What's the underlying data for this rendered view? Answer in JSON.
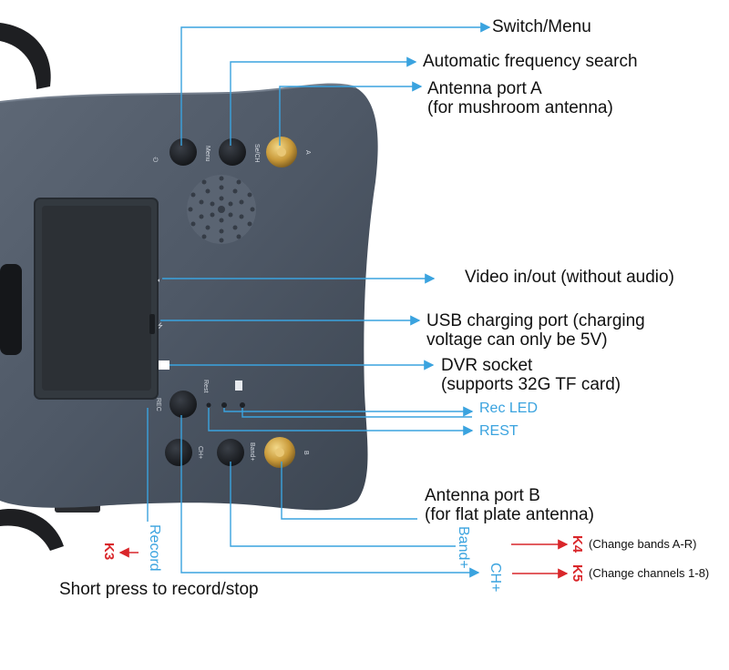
{
  "labels": {
    "switch_menu": "Switch/Menu",
    "auto_search": "Automatic frequency search",
    "antenna_a_1": "Antenna port A",
    "antenna_a_2": "(for mushroom antenna)",
    "video": "Video in/out (without audio)",
    "usb_1": "USB charging port (charging",
    "usb_2": "voltage can only be 5V)",
    "dvr_1": "DVR socket",
    "dvr_2": "(supports 32G TF card)",
    "rec_led": "Rec LED",
    "rest": "REST",
    "antenna_b_1": "Antenna port B",
    "antenna_b_2": "(for flat plate antenna)",
    "record": "Record",
    "k3": "K3",
    "band_plus": "Band+",
    "ch_plus": "CH+",
    "k4": "K4",
    "k5": "K5",
    "change_bands": "(Change bands A-R)",
    "change_channels": "(Change channels 1-8)",
    "short_press": "Short press to record/stop"
  },
  "device": {
    "power_symbol": "⏻",
    "menu_text": "Menu",
    "search_text": "Se/CH",
    "port_a": "A",
    "port_b": "B",
    "rec_text": "REC",
    "reset_text": "Rest",
    "ch_text": "CH+",
    "band_text": "Band+"
  },
  "colors": {
    "leader_blue": "#3aa3df",
    "key_red": "#d9262a",
    "device_body": "#4e5866"
  }
}
